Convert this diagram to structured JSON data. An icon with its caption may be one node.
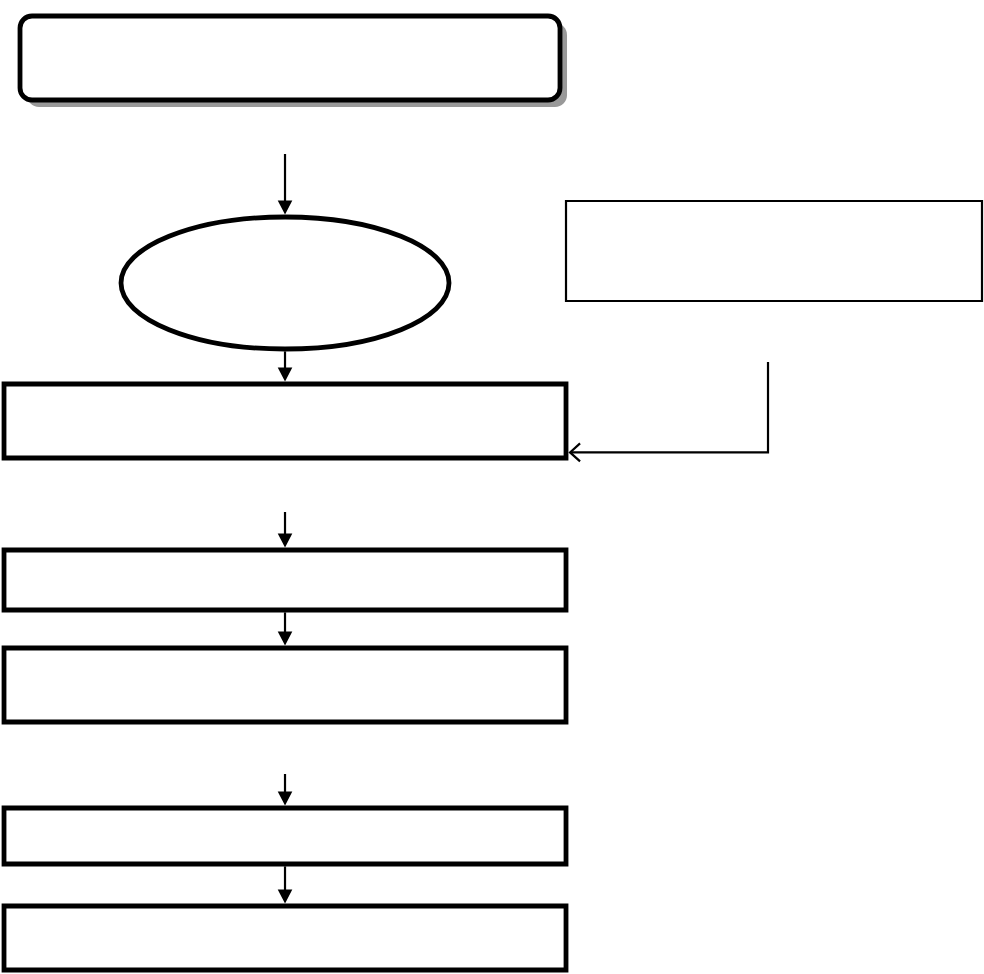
{
  "diagram": {
    "nodes": [
      {
        "text": [],
        "shape": "box"
      },
      {
        "text": [],
        "shape": "ellipse"
      },
      {
        "text": [],
        "shape": "box"
      },
      {
        "text": [],
        "shape": "box"
      },
      {
        "text": [],
        "shape": "box"
      },
      {
        "text": [],
        "shape": "box"
      },
      {
        "text": [],
        "shape": "box"
      },
      {
        "text": [],
        "shape": "box"
      }
    ],
    "edges": [
      {
        "from": null,
        "to": 1,
        "arrow": "to"
      },
      {
        "from": 1,
        "to": 3,
        "arrow": "to"
      },
      {
        "from": null,
        "to": 3,
        "arrow": "to"
      },
      {
        "from": null,
        "to": 4,
        "arrow": "to"
      },
      {
        "from": 4,
        "to": 5,
        "arrow": "to"
      },
      {
        "from": null,
        "to": 6,
        "arrow": "to"
      },
      {
        "from": 6,
        "to": 7,
        "arrow": "to"
      }
    ]
  }
}
